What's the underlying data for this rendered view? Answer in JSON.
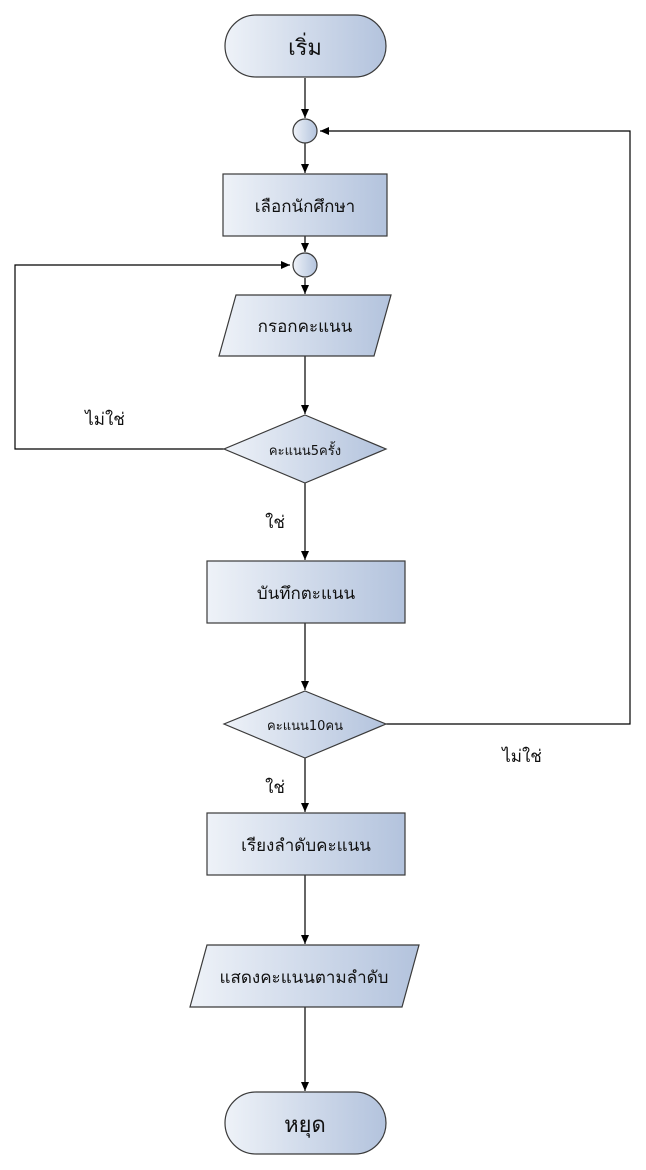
{
  "flowchart": {
    "start": "เริ่ม",
    "select_student": "เลือกนักศึกษา",
    "input_score": "กรอกคะแนน",
    "check_five": "คะแนน5ครั้ง",
    "save_score": "บันทึกตะแนน",
    "check_ten": "คะแนน10คน",
    "sort_scores": "เรียงลำดับคะแนน",
    "show_scores": "แสดงคะแนนตามลำดับ",
    "stop": "หยุด",
    "label_no_inner": "ไม่ใช่",
    "label_yes_inner": "ใช่",
    "label_no_outer": "ไม่ใช่",
    "label_yes_outer": "ใช่"
  },
  "colors": {
    "shape_fill_light": "#eef2f8",
    "shape_fill_dark": "#b3c3dd",
    "stroke": "#3a3a3a",
    "connector": "#000000"
  }
}
